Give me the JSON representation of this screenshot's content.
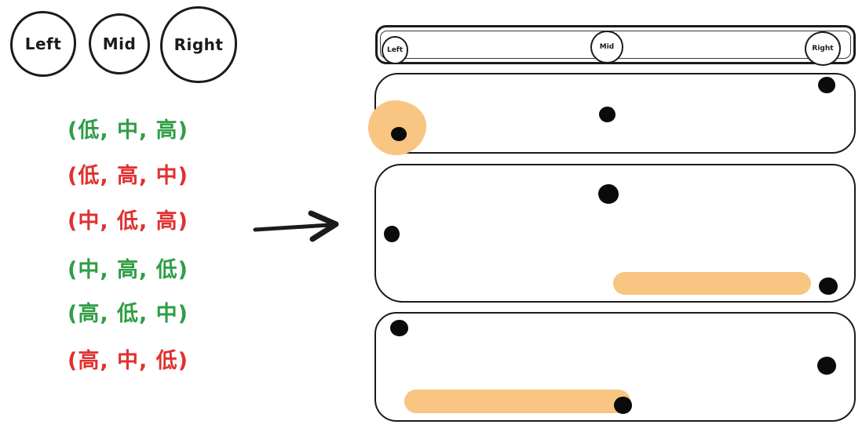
{
  "colors": {
    "ink": "#1b1b1b",
    "green": "#2f9e44",
    "red": "#e03131",
    "highlight_orange": "#f9c583"
  },
  "legend": {
    "circles": [
      {
        "label": "Left"
      },
      {
        "label": "Mid"
      },
      {
        "label": "Right"
      }
    ]
  },
  "permutations": [
    {
      "text": "(低, 中, 高)",
      "status": "green"
    },
    {
      "text": "(低, 高, 中)",
      "status": "red"
    },
    {
      "text": "(中, 低, 高)",
      "status": "red"
    },
    {
      "text": "(中, 高, 低)",
      "status": "green"
    },
    {
      "text": "(高, 低, 中)",
      "status": "green"
    },
    {
      "text": "(高, 中, 低)",
      "status": "red"
    }
  ],
  "slider": {
    "knobs": [
      {
        "label": "Left",
        "position": "left"
      },
      {
        "label": "Mid",
        "position": "middle"
      },
      {
        "label": "Right",
        "position": "right"
      }
    ]
  },
  "panels": [
    {
      "dots": [
        {
          "column": "left",
          "level": "low",
          "highlighted": true
        },
        {
          "column": "mid",
          "level": "middle",
          "highlighted": false
        },
        {
          "column": "right",
          "level": "high",
          "highlighted": false
        }
      ]
    },
    {
      "dots": [
        {
          "column": "left",
          "level": "middle",
          "highlighted": false
        },
        {
          "column": "mid",
          "level": "high",
          "highlighted": false
        },
        {
          "column": "right",
          "level": "low",
          "highlighted": true
        }
      ]
    },
    {
      "dots": [
        {
          "column": "left",
          "level": "high",
          "highlighted": false
        },
        {
          "column": "mid",
          "level": "low",
          "highlighted": true
        },
        {
          "column": "right",
          "level": "middle",
          "highlighted": false
        }
      ]
    }
  ]
}
